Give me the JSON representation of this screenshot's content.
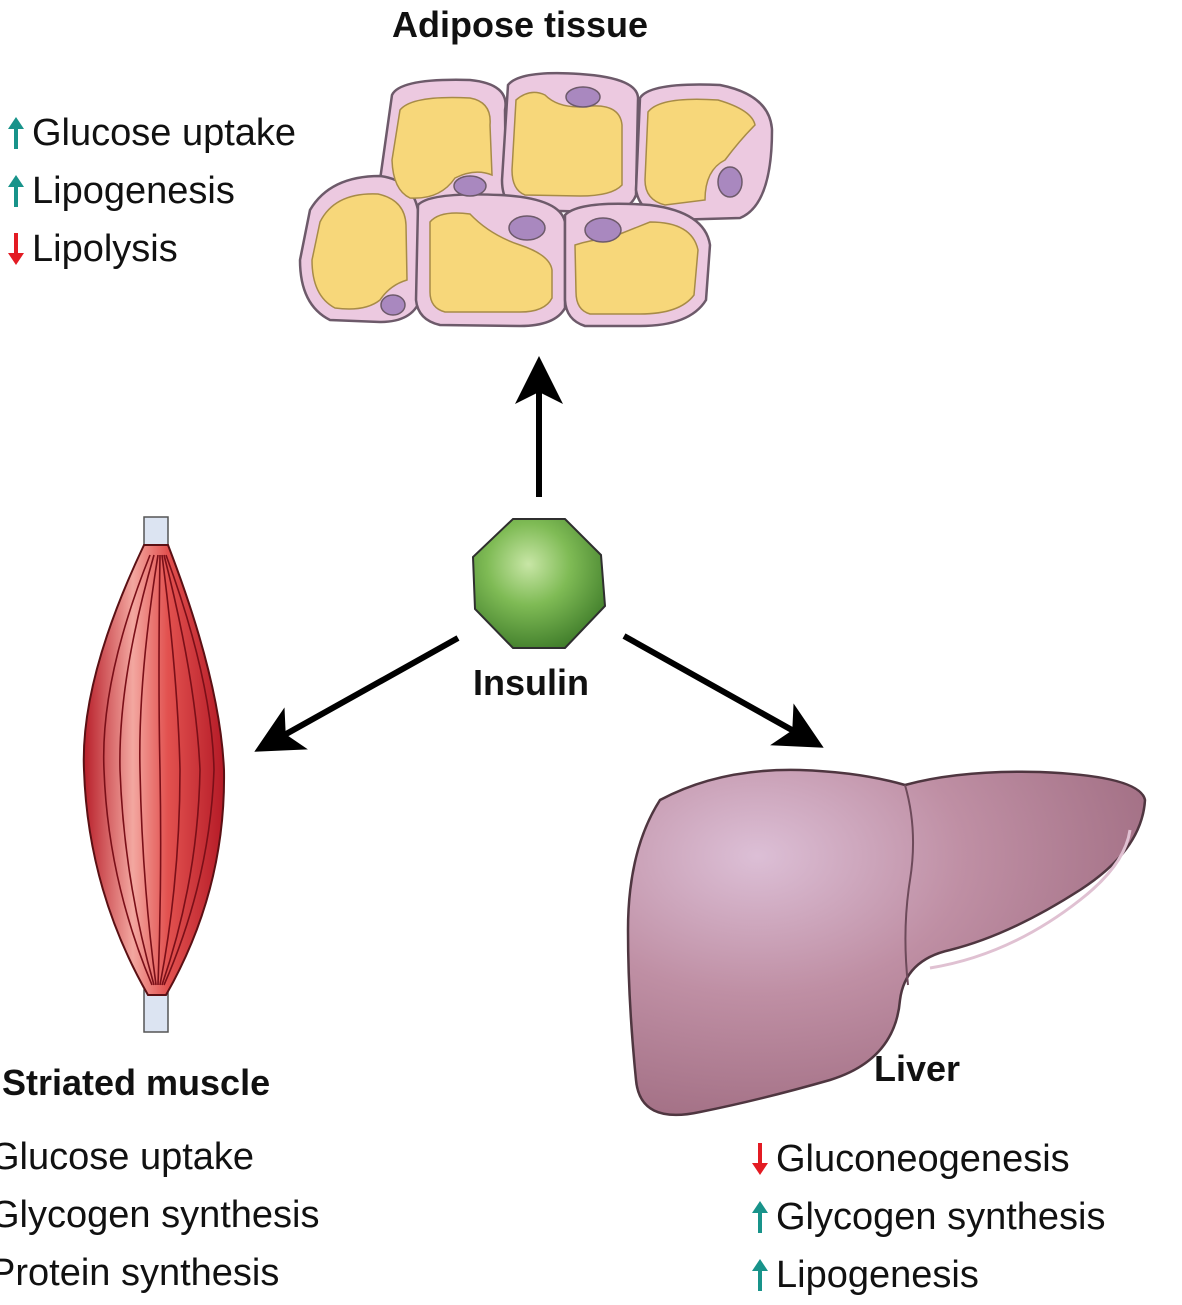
{
  "colors": {
    "up_arrow": "#18938a",
    "down_arrow": "#e31b23",
    "fat": "#f7d77a",
    "cell_membrane": "#e9c9e0",
    "nucleus": "#a988bf",
    "muscle": "#d7353b",
    "liver": "#b07d8f",
    "insulin": "#5d9e3c"
  },
  "center": {
    "label": "Insulin",
    "icon": "octagon-icon"
  },
  "adipose": {
    "title": "Adipose tissue",
    "effects": [
      {
        "direction": "up",
        "label": "Glucose uptake"
      },
      {
        "direction": "up",
        "label": "Lipogenesis"
      },
      {
        "direction": "down",
        "label": "Lipolysis"
      }
    ]
  },
  "muscle": {
    "title": "Striated muscle",
    "effects": [
      {
        "label": "Glucose uptake"
      },
      {
        "label": "Glycogen synthesis"
      },
      {
        "label": "Protein synthesis"
      }
    ]
  },
  "liver": {
    "title": "Liver",
    "effects": [
      {
        "direction": "down",
        "label": "Gluconeogenesis"
      },
      {
        "direction": "up",
        "label": "Glycogen synthesis"
      },
      {
        "direction": "up",
        "label": "Lipogenesis"
      }
    ]
  }
}
